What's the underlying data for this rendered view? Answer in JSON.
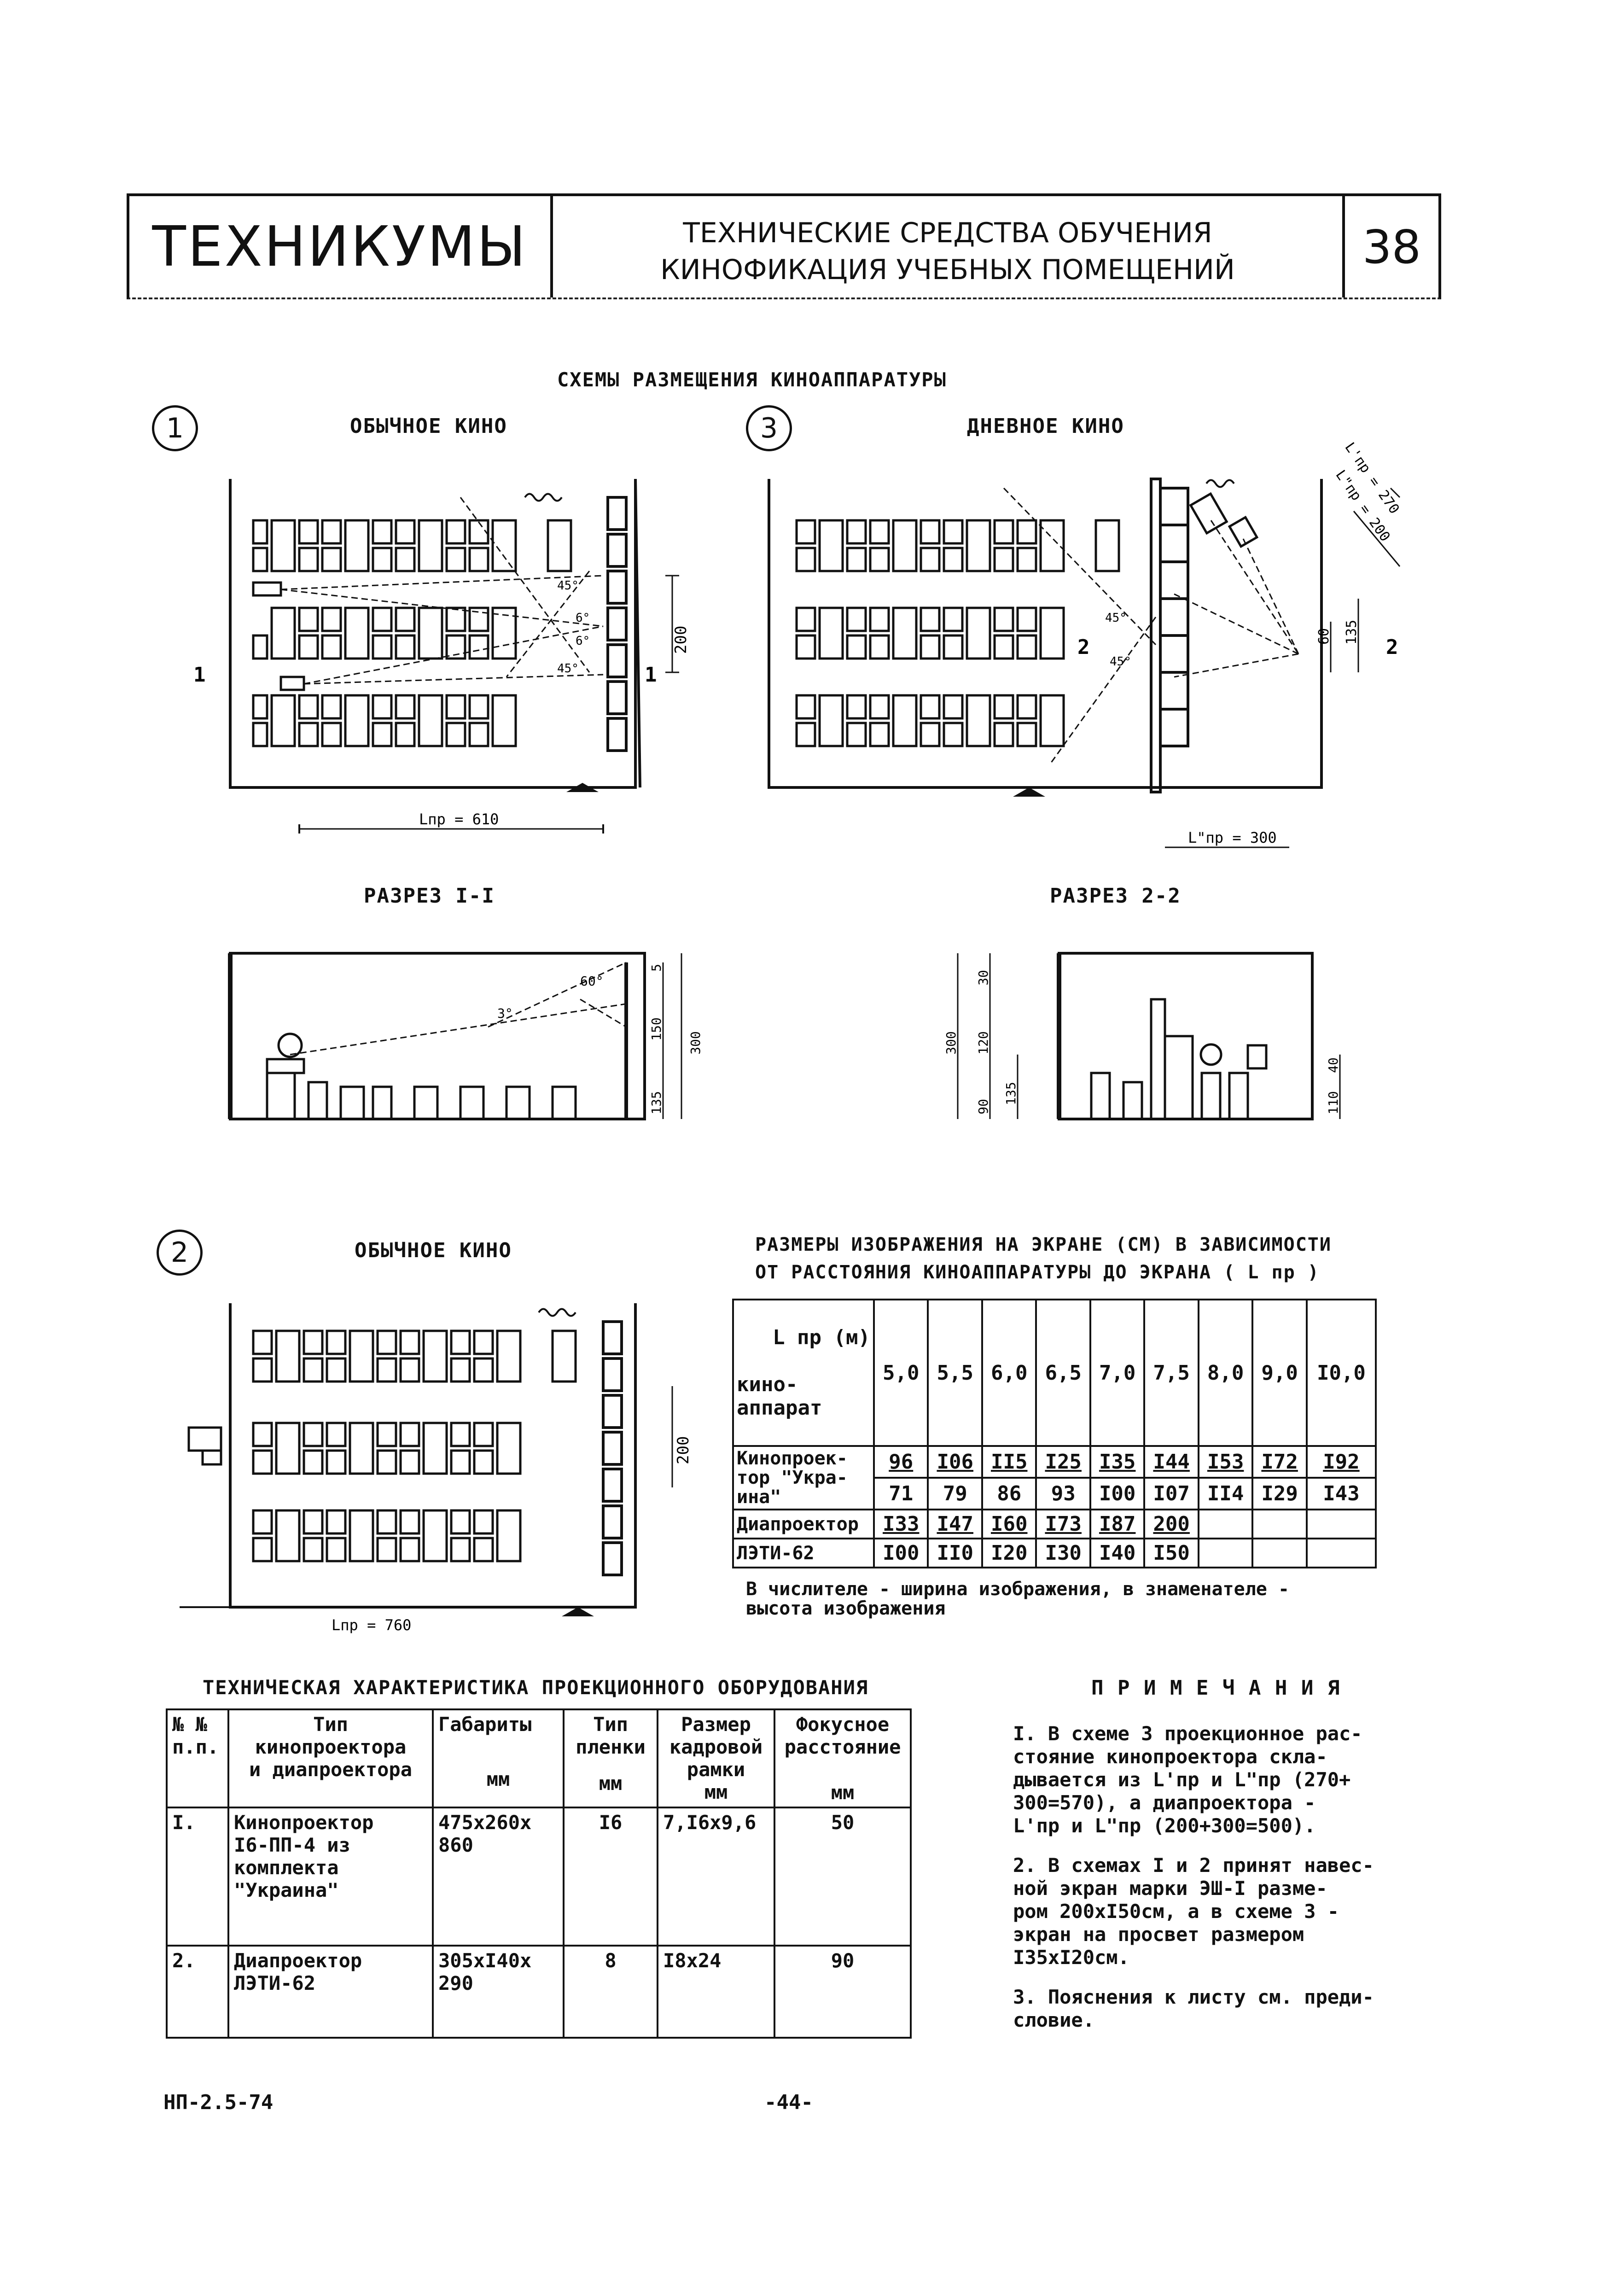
{
  "title_block": {
    "left": "ТЕХНИКУМЫ",
    "mid_line1": "ТЕХНИЧЕСКИЕ СРЕДСТВА ОБУЧЕНИЯ",
    "mid_line2": "КИНОФИКАЦИЯ   УЧЕБНЫХ  ПОМЕЩЕНИЙ",
    "sheet": "38"
  },
  "schemes_heading": "СХЕМЫ РАЗМЕЩЕНИЯ КИНОАППАРАТУРЫ",
  "scheme1": {
    "num": "1",
    "title": "ОБЫЧНОЕ КИНО",
    "dim_len": "Lпр = 610",
    "dim_h": "200",
    "angle_45a": "45°",
    "angle_6a": "6°",
    "angle_6b": "6°",
    "angle_45b": "45°",
    "sec_a": "1",
    "sec_b": "1"
  },
  "scheme3": {
    "num": "3",
    "title": "ДНЕВНОЕ КИНО",
    "dim_len": "L\"пр = 300",
    "dim_270": "L'пр = 270",
    "dim_200": "L\"пр = 200",
    "dim_60": "60",
    "dim_135": "135",
    "angle_45a": "45°",
    "angle_45b": "45°",
    "sec_a": "2",
    "sec_b": "2"
  },
  "section1": {
    "title": "РАЗРЕЗ I-I",
    "d5": "5",
    "d150": "150",
    "d135": "135",
    "d300": "300",
    "a60": "60°",
    "a3": "3°"
  },
  "section2": {
    "title": "РАЗРЕЗ 2-2",
    "d30": "30",
    "d120": "120",
    "d90": "90",
    "d300": "300",
    "d135": "135",
    "d110": "110",
    "d40": "40"
  },
  "scheme2": {
    "num": "2",
    "title": "ОБЫЧНОЕ КИНО",
    "dim_len": "Lпр = 760",
    "dim_h": "200"
  },
  "size_table": {
    "heading1": "РАЗМЕРЫ ИЗОБРАЖЕНИЯ НА ЭКРАНЕ (СМ) В ЗАВИСИМОСТИ",
    "heading2": "ОТ РАССТОЯНИЯ  КИНОАППАРАТУРЫ ДО ЭКРАНА ( L пр )",
    "corner_top": "L пр (м)",
    "corner_bottom": "кино-\nаппарат",
    "cols": [
      "5,0",
      "5,5",
      "6,0",
      "6,5",
      "7,0",
      "7,5",
      "8,0",
      "9,0",
      "I0,0"
    ],
    "row1_label": "Кинопроек-\nтор \"Укра-\nина\"",
    "row1_num": [
      "96",
      "I06",
      "II5",
      "I25",
      "I35",
      "I44",
      "I53",
      "I72",
      "I92"
    ],
    "row1_den": [
      "71",
      "79",
      "86",
      "93",
      "I00",
      "I07",
      "II4",
      "I29",
      "I43"
    ],
    "row2_label1": "Диапроектор",
    "row2_label2": "ЛЭТИ-62",
    "row2_num": [
      "I33",
      "I47",
      "I60",
      "I73",
      "I87",
      "200",
      "",
      "",
      ""
    ],
    "row2_den": [
      "I00",
      "II0",
      "I20",
      "I30",
      "I40",
      "I50",
      "",
      "",
      ""
    ],
    "footnote": "В числителе - ширина изображения, в знаменателе -\n  высота изображения"
  },
  "tech_table": {
    "heading": "ТЕХНИЧЕСКАЯ ХАРАКТЕРИСТИКА ПРОЕКЦИОННОГО ОБОРУДОВАНИЯ",
    "h1": "№ №\nп.п.",
    "h2": "Тип\nкинопроектора\nи диапроектора",
    "h3": "Габариты",
    "h4": "Тип\nпленки",
    "h5": "Размер\nкадровой\nрамки",
    "h6": "Фокусное\nрасстояние",
    "u3": "мм",
    "u4": "мм",
    "u5": "мм",
    "u6": "мм",
    "rows": [
      {
        "n": "I.",
        "type": "Кинопроектор\nI6-ПП-4 из\nкомплекта\n\"Украина\"",
        "dims": "475x260x\n860",
        "film": "I6",
        "frame": "7,I6x9,6",
        "focus": "50"
      },
      {
        "n": "2.",
        "type": "Диапроектор\nЛЭТИ-62",
        "dims": "305xI40x\n290",
        "film": "8",
        "frame": "I8x24",
        "focus": "90"
      }
    ]
  },
  "notes": {
    "heading": "П Р И М Е Ч А Н И Я",
    "n1": "I. В схеме 3 проекционное рас-\n   стояние кинопроектора скла-\n   дывается из L'пр и L\"пр (270+\n   300=570), а диапроектора -\n   L'пр и L\"пр (200+300=500).",
    "n2": "2. В схемах I и 2 принят навес-\n   ной экран марки ЭШ-I размe-\n   ром 200xI50см, а в схеме 3 -\n   экран на просвет размером\n   I35xI20см.",
    "n3": "3. Пояснения к листу см. преди-\n   словие."
  },
  "footer": {
    "code": "НП-2.5-74",
    "page": "-44-"
  }
}
